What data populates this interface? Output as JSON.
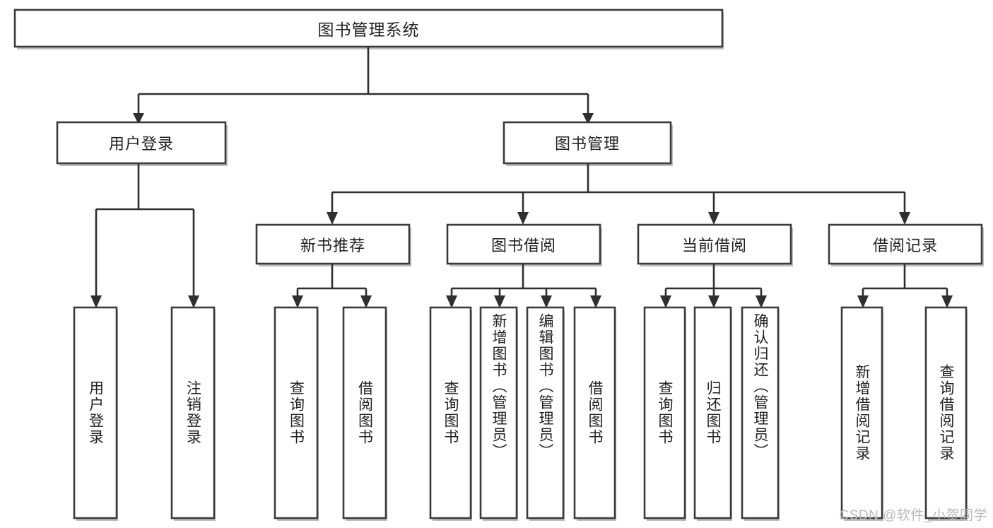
{
  "diagram": {
    "title": "图书管理系统",
    "type": "tree",
    "watermark": "CSDN @软件_小贺同学",
    "colors": {
      "box_stroke": "#3b3b3b",
      "box_fill": "#ffffff",
      "line": "#2f2f2f",
      "text": "#222222",
      "watermark": "#b9b9b9",
      "background": "#ffffff"
    },
    "root": {
      "label": "图书管理系统",
      "orientation": "horizontal"
    },
    "level2": [
      {
        "id": "user-login",
        "label": "用户登录",
        "orientation": "horizontal"
      },
      {
        "id": "book-manage",
        "label": "图书管理",
        "orientation": "horizontal"
      }
    ],
    "level3": [
      {
        "id": "new-book-recommend",
        "label": "新书推荐",
        "orientation": "horizontal",
        "parent": "book-manage"
      },
      {
        "id": "book-borrow",
        "label": "图书借阅",
        "orientation": "horizontal",
        "parent": "book-manage"
      },
      {
        "id": "current-borrow",
        "label": "当前借阅",
        "orientation": "horizontal",
        "parent": "book-manage"
      },
      {
        "id": "borrow-record",
        "label": "借阅记录",
        "orientation": "horizontal",
        "parent": "book-manage"
      }
    ],
    "leaves": [
      {
        "id": "leaf-user-login",
        "label": "用户登录",
        "orientation": "vertical",
        "parent": "user-login"
      },
      {
        "id": "leaf-logout-login",
        "label": "注销登录",
        "orientation": "vertical",
        "parent": "user-login"
      },
      {
        "id": "leaf-query-book-1",
        "label": "查询图书",
        "orientation": "vertical",
        "parent": "new-book-recommend"
      },
      {
        "id": "leaf-borrow-book-1",
        "label": "借阅图书",
        "orientation": "vertical",
        "parent": "new-book-recommend"
      },
      {
        "id": "leaf-query-book-2",
        "label": "查询图书",
        "orientation": "vertical",
        "parent": "book-borrow"
      },
      {
        "id": "leaf-add-book",
        "label": "新增图书（管理员）",
        "orientation": "vertical",
        "parent": "book-borrow"
      },
      {
        "id": "leaf-edit-book",
        "label": "编辑图书（管理员）",
        "orientation": "vertical",
        "parent": "book-borrow"
      },
      {
        "id": "leaf-borrow-book-2",
        "label": "借阅图书",
        "orientation": "vertical",
        "parent": "book-borrow"
      },
      {
        "id": "leaf-query-book-3",
        "label": "查询图书",
        "orientation": "vertical",
        "parent": "current-borrow"
      },
      {
        "id": "leaf-return-book",
        "label": "归还图书",
        "orientation": "vertical",
        "parent": "current-borrow"
      },
      {
        "id": "leaf-confirm-return",
        "label": "确认归还（管理员）",
        "orientation": "vertical",
        "parent": "current-borrow"
      },
      {
        "id": "leaf-add-record",
        "label": "新增借阅记录",
        "orientation": "vertical",
        "parent": "borrow-record"
      },
      {
        "id": "leaf-query-record",
        "label": "查询借阅记录",
        "orientation": "vertical",
        "parent": "borrow-record"
      }
    ]
  }
}
